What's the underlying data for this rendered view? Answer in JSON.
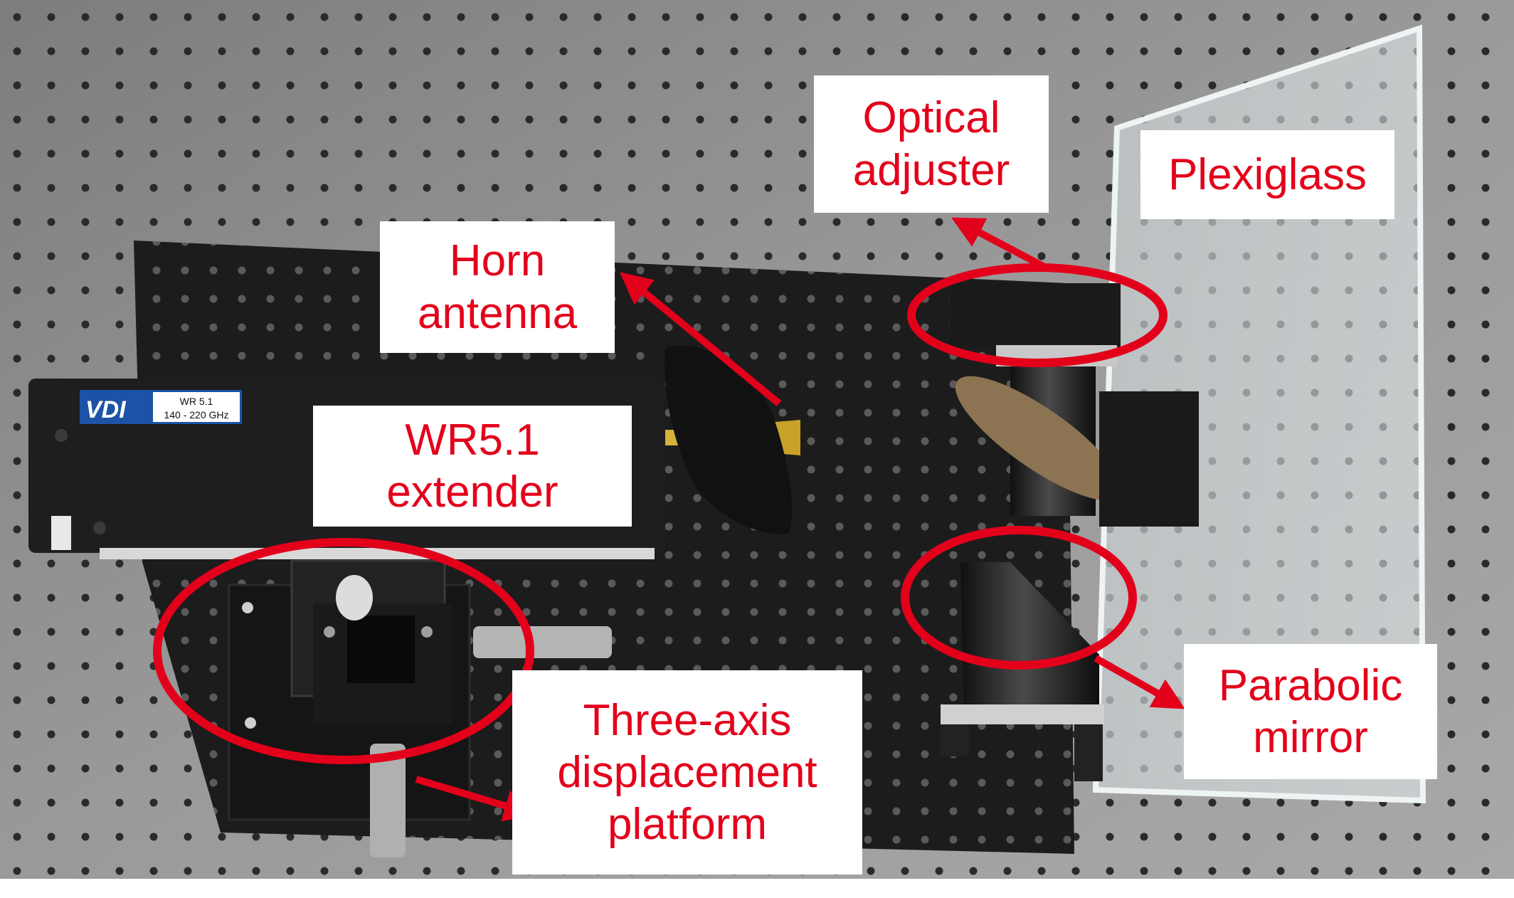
{
  "image": {
    "description_free": true,
    "device_label": {
      "brand": "VDI",
      "model": "WR 5.1",
      "range": "140 - 220 GHz"
    },
    "annotation_color": "#e3001b",
    "table_color": "#8f8f8f",
    "breadboard_color": "#1c1c1c"
  },
  "labels": {
    "optical_adjuster": [
      "Optical",
      "adjuster"
    ],
    "plexiglass": [
      "Plexiglass"
    ],
    "horn_antenna": [
      "Horn",
      "antenna"
    ],
    "extender": [
      "WR5.1",
      "extender"
    ],
    "platform": [
      "Three-axis",
      "displacement",
      "platform"
    ],
    "parabolic_mirror": [
      "Parabolic",
      "mirror"
    ]
  }
}
